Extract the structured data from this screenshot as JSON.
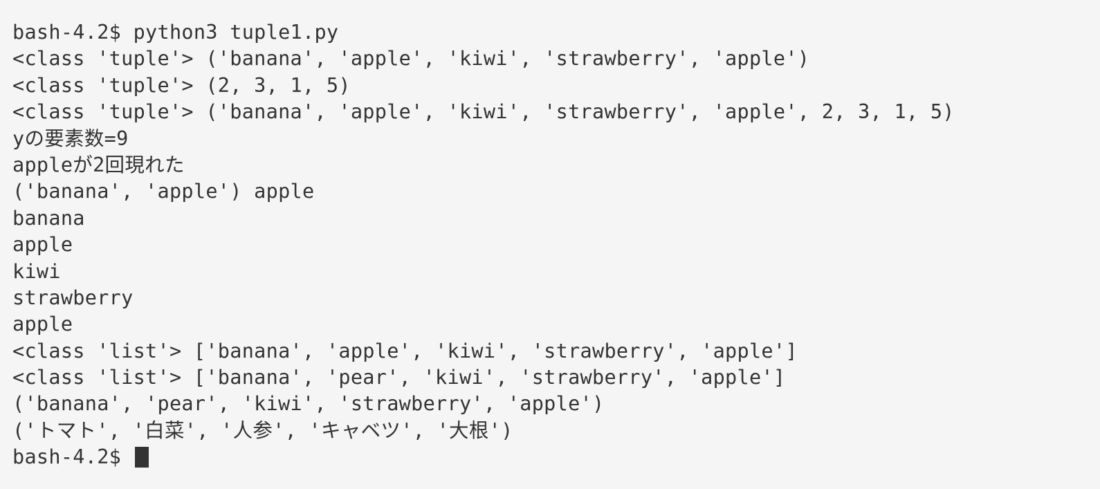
{
  "terminal": {
    "lines": [
      "bash-4.2$ python3 tuple1.py",
      "<class 'tuple'> ('banana', 'apple', 'kiwi', 'strawberry', 'apple')",
      "<class 'tuple'> (2, 3, 1, 5)",
      "<class 'tuple'> ('banana', 'apple', 'kiwi', 'strawberry', 'apple', 2, 3, 1, 5)",
      "yの要素数=9",
      "appleが2回現れた",
      "('banana', 'apple') apple",
      "banana",
      "apple",
      "kiwi",
      "strawberry",
      "apple",
      "<class 'list'> ['banana', 'apple', 'kiwi', 'strawberry', 'apple']",
      "<class 'list'> ['banana', 'pear', 'kiwi', 'strawberry', 'apple']",
      "('banana', 'pear', 'kiwi', 'strawberry', 'apple')",
      "('トマト', '白菜', '人参', 'キャベツ', '大根')"
    ],
    "prompt": "bash-4.2$ "
  }
}
